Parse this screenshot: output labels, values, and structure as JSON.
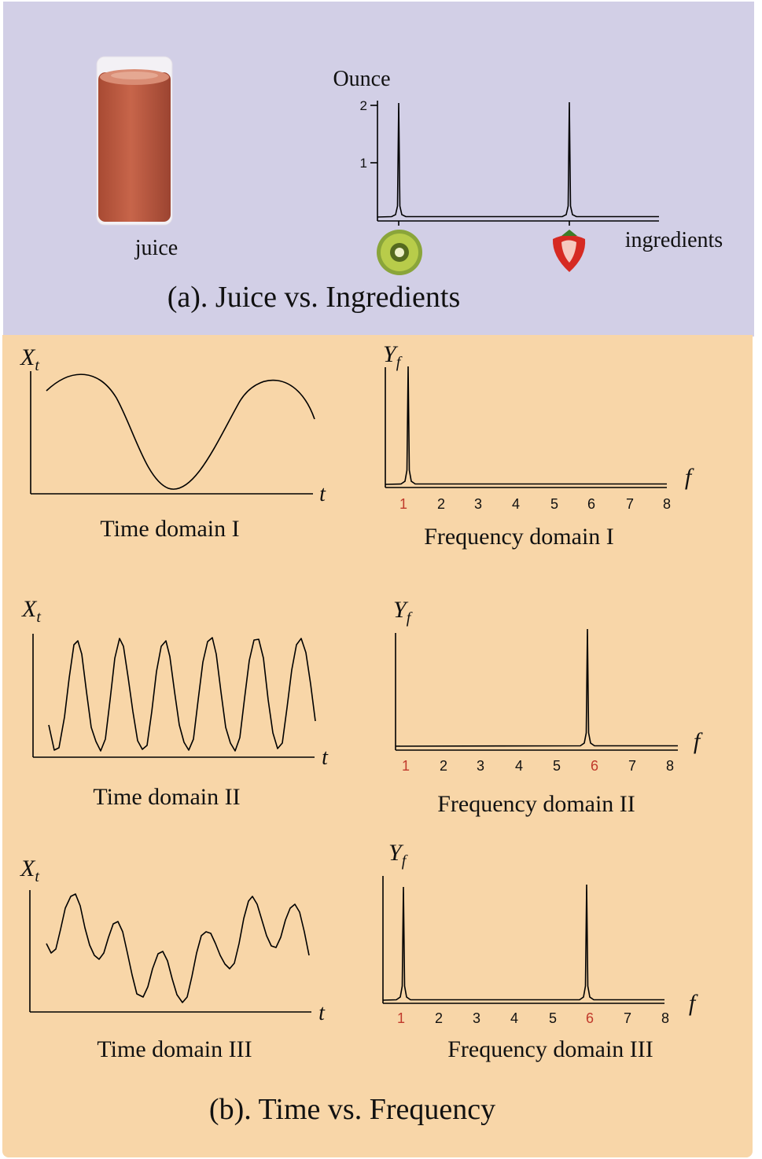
{
  "panel_a": {
    "caption": "(a). Juice vs. Ingredients",
    "juice_label": "juice",
    "ylabel": "Ounce",
    "xlabel": "ingredients",
    "ytick_labels": [
      "2",
      "1"
    ],
    "icons": [
      "kiwi-slice-icon",
      "strawberry-half-icon"
    ]
  },
  "panel_b": {
    "caption": "(b). Time vs. Frequency",
    "time_ylabel": "X",
    "time_ysub": "t",
    "time_xlabel": "t",
    "freq_ylabel": "Y",
    "freq_ysub": "f",
    "freq_xlabel": "f",
    "freq_ticks": [
      "1",
      "2",
      "3",
      "4",
      "5",
      "6",
      "7",
      "8"
    ],
    "titles": {
      "time_1": "Time domain I",
      "freq_1": "Frequency domain I",
      "time_2": "Time domain II",
      "freq_2": "Frequency domain II",
      "time_3": "Time domain III",
      "freq_3": "Frequency domain III"
    }
  },
  "colors": {
    "panel_a_bg": "#d2cfe6",
    "panel_b_bg": "#f8d6a8",
    "highlight_tick": "#c0392b",
    "juice": "#b5563e"
  }
}
